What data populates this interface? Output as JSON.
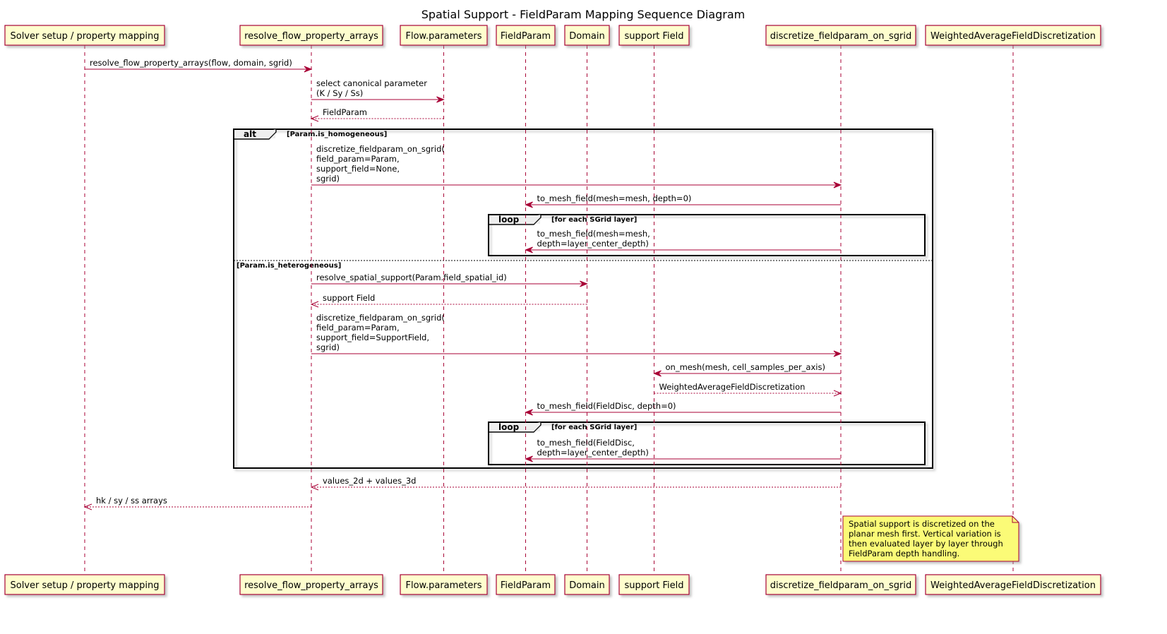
{
  "title": "Spatial Support - FieldParam Mapping Sequence Diagram",
  "participants": [
    {
      "id": "solver",
      "label": "Solver setup / property mapping"
    },
    {
      "id": "resolve",
      "label": "resolve_flow_property_arrays"
    },
    {
      "id": "flow",
      "label": "Flow.parameters"
    },
    {
      "id": "fieldparam",
      "label": "FieldParam"
    },
    {
      "id": "domain",
      "label": "Domain"
    },
    {
      "id": "support",
      "label": "support Field"
    },
    {
      "id": "discretize",
      "label": "discretize_fieldparam_on_sgrid"
    },
    {
      "id": "weighted",
      "label": "WeightedAverageFieldDiscretization"
    }
  ],
  "messages": [
    {
      "from": "solver",
      "to": "resolve",
      "dashed": false,
      "lines": [
        "resolve_flow_property_arrays(flow, domain, sgrid)"
      ]
    },
    {
      "from": "resolve",
      "to": "flow",
      "dashed": false,
      "lines": [
        "select canonical parameter",
        "(K / Sy / Ss)"
      ]
    },
    {
      "from": "flow",
      "to": "resolve",
      "dashed": true,
      "lines": [
        "FieldParam"
      ]
    },
    {
      "from": "resolve",
      "to": "discretize",
      "dashed": false,
      "lines": [
        "discretize_fieldparam_on_sgrid(",
        "field_param=Param,",
        "support_field=None,",
        "sgrid)"
      ]
    },
    {
      "from": "discretize",
      "to": "fieldparam",
      "dashed": false,
      "lines": [
        "to_mesh_field(mesh=mesh, depth=0)"
      ]
    },
    {
      "from": "discretize",
      "to": "fieldparam",
      "dashed": false,
      "lines": [
        "to_mesh_field(mesh=mesh,",
        "depth=layer_center_depth)"
      ]
    },
    {
      "from": "resolve",
      "to": "domain",
      "dashed": false,
      "lines": [
        "resolve_spatial_support(Param.field_spatial_id)"
      ]
    },
    {
      "from": "domain",
      "to": "resolve",
      "dashed": true,
      "lines": [
        "support Field"
      ]
    },
    {
      "from": "resolve",
      "to": "discretize",
      "dashed": false,
      "lines": [
        "discretize_fieldparam_on_sgrid(",
        "field_param=Param,",
        "support_field=SupportField,",
        "sgrid)"
      ]
    },
    {
      "from": "discretize",
      "to": "support",
      "dashed": false,
      "lines": [
        "on_mesh(mesh, cell_samples_per_axis)"
      ]
    },
    {
      "from": "support",
      "to": "discretize",
      "dashed": true,
      "lines": [
        "WeightedAverageFieldDiscretization"
      ]
    },
    {
      "from": "discretize",
      "to": "fieldparam",
      "dashed": false,
      "lines": [
        "to_mesh_field(FieldDisc, depth=0)"
      ]
    },
    {
      "from": "discretize",
      "to": "fieldparam",
      "dashed": false,
      "lines": [
        "to_mesh_field(FieldDisc,",
        "depth=layer_center_depth)"
      ]
    },
    {
      "from": "discretize",
      "to": "resolve",
      "dashed": true,
      "lines": [
        "values_2d + values_3d"
      ]
    },
    {
      "from": "resolve",
      "to": "solver",
      "dashed": true,
      "lines": [
        "hk / sy / ss arrays"
      ]
    }
  ],
  "fragments": [
    {
      "keyword": "alt",
      "condition": "[Param.is_homogeneous]",
      "else_condition": "[Param.is_heterogeneous]"
    },
    {
      "keyword": "loop",
      "condition": "[for each SGrid layer]"
    },
    {
      "keyword": "loop",
      "condition": "[for each SGrid layer]"
    }
  ],
  "note": {
    "lines": [
      "Spatial support is discretized on the",
      "planar mesh first. Vertical variation is",
      "then evaluated layer by layer through",
      "FieldParam depth handling."
    ]
  },
  "colors": {
    "participant_fill": "#FEFECE",
    "participant_border": "#A80036",
    "arrow": "#A80036",
    "lifeline": "#A80036",
    "note_fill": "#FBFB77",
    "note_border": "#A80036",
    "shadow": "#bbbbbb"
  }
}
